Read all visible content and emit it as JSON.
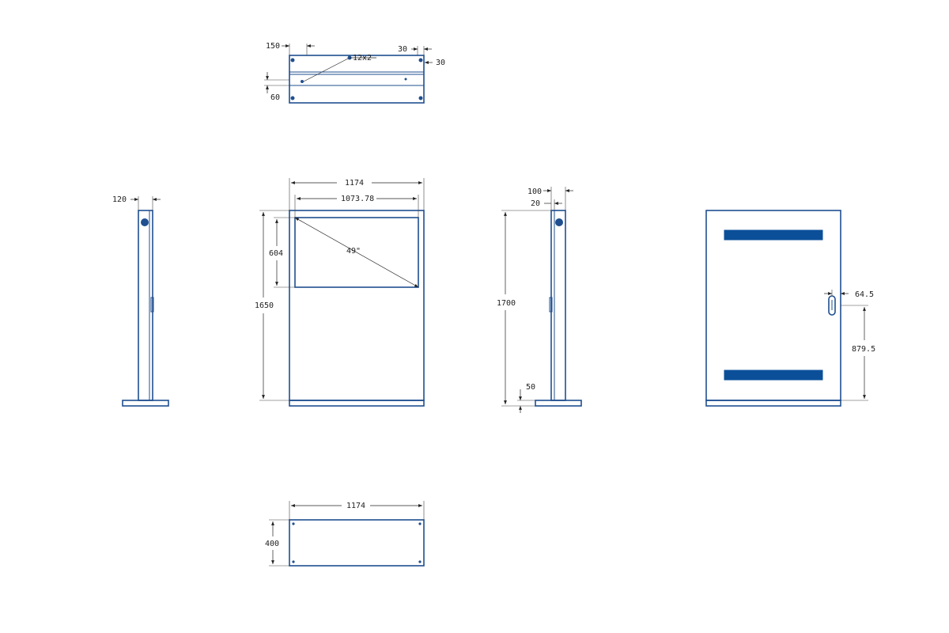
{
  "colors": {
    "part_line": "#1f4f8f",
    "slot_fill": "#0b4f99",
    "dimension_line": "#222222"
  },
  "top_view": {
    "dims": {
      "offset_left": "150",
      "offset_right": "30",
      "offset_edge": "30",
      "depth_edge": "60"
    },
    "callout": "12x2"
  },
  "left_view": {
    "dims": {
      "thickness": "120"
    }
  },
  "front_view": {
    "dims": {
      "width": "1174",
      "screen_width": "1073.78",
      "height": "1650",
      "screen_height": "604"
    },
    "screen_label": "49\""
  },
  "right_view": {
    "dims": {
      "depth": "100",
      "panel": "20",
      "height": "1700",
      "base": "50"
    }
  },
  "back_view": {
    "dims": {
      "lock_offset": "64.5",
      "lock_height": "879.5"
    }
  },
  "bottom_view": {
    "dims": {
      "width": "1174",
      "depth": "400"
    }
  }
}
